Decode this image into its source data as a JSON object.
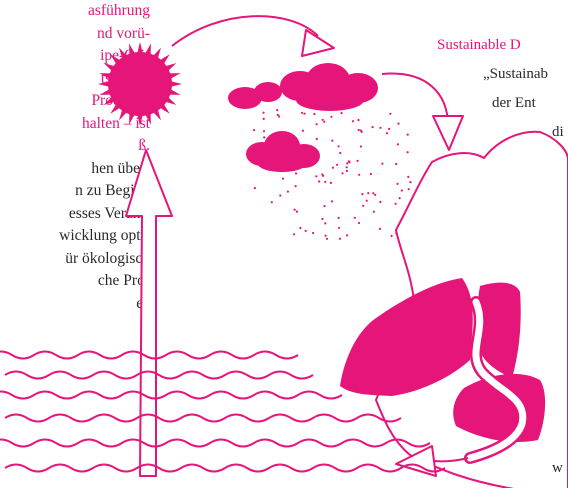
{
  "colors": {
    "accent": "#e5157a",
    "text": "#2a2a2a",
    "background": "#ffffff"
  },
  "left_column": {
    "accent_lines": [
      "asführung",
      "nd vorü-",
      "ipe-Ori-",
      "tschutz-",
      "Produkti-",
      "halten – ist",
      "ß."
    ],
    "body_lines": [
      "hen über-",
      "n zu Beginn",
      "esses Verant-",
      "wicklung opti-",
      "ür ökologisch",
      "che Pro-",
      "e“"
    ]
  },
  "right_column": {
    "heading": "Sustainable D",
    "lines": [
      "„Sustainab",
      "der Ent",
      "di"
    ],
    "bottom_fragment": "w"
  },
  "illustration": {
    "subject": "water cycle",
    "elements": [
      "sun-icon",
      "cloud-icon",
      "rain-drops",
      "mountain",
      "river",
      "sea-waves",
      "evaporation-arrow",
      "sun-to-cloud-arrow",
      "cloud-to-mountain-arrow",
      "river-to-sea-arrow"
    ]
  }
}
